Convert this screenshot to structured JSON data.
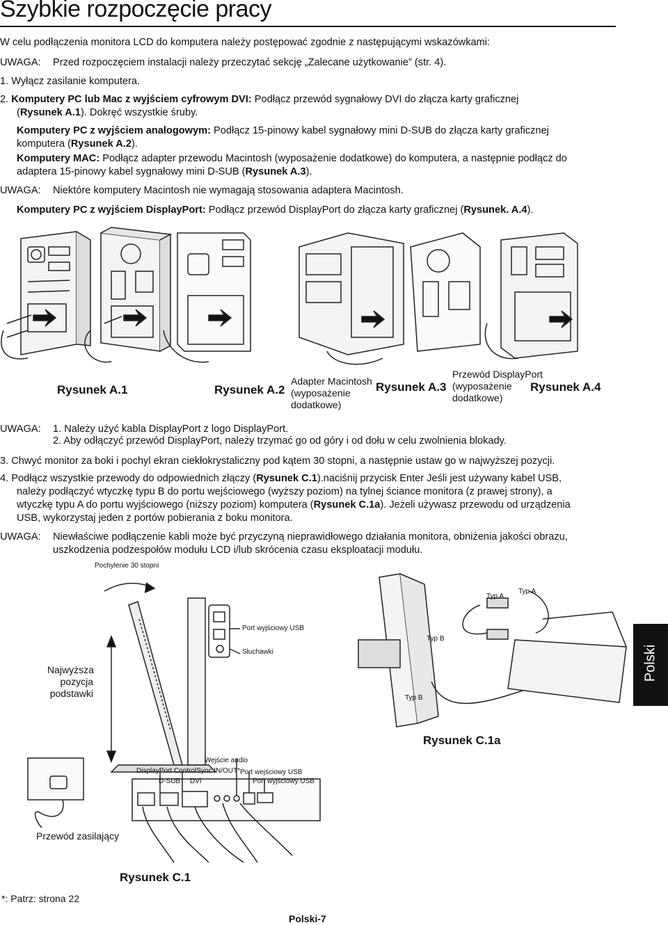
{
  "page": {
    "title": "Szybkie rozpoczęcie pracy",
    "intro": "W celu podłączenia monitora LCD do komputera należy postępować zgodnie z następującymi wskazówkami:",
    "note1_label": "UWAGA:",
    "note1_text": "Przed rozpoczęciem instalacji należy przeczytać sekcję „Zalecane użytkowanie” (str. 4).",
    "step1": "1.  Wyłącz zasilanie komputera.",
    "step2_num": "2.",
    "step2_bold": "Komputery PC lub Mac z wyjściem cyfrowym DVI:",
    "step2_text": " Podłącz przewód sygnałowy DVI do złącza karty graficznej",
    "step2_line2_open": "(",
    "step2_line2_ref": "Rysunek A.1",
    "step2_line2_text": "). Dokręć wszystkie śruby.",
    "analog_bold": "Komputery PC z wyjściem analogowym:",
    "analog_text": " Podłącz 15-pinowy kabel sygnałowy mini D-SUB do złącza karty graficznej",
    "analog_line2_text": "komputera (",
    "analog_line2_ref": "Rysunek A.2",
    "analog_line2_end": ").",
    "mac_bold": "Komputery MAC:",
    "mac_text": " Podłącz adapter przewodu Macintosh (wyposażenie dodatkowe) do komputera, a następnie podłącz do",
    "mac_line2_text": "adaptera 15-pinowy kabel sygnałowy mini D-SUB (",
    "mac_line2_ref": "Rysunek A.3",
    "mac_line2_end": ").",
    "note2_label": "UWAGA:",
    "note2_text": "Niektóre komputery Macintosh nie wymagają stosowania adaptera Macintosh.",
    "dp_bold": "Komputery PC z wyjściem DisplayPort:",
    "dp_text": " Podłącz przewód DisplayPort do złącza karty graficznej (",
    "dp_ref": "Rysunek. A.4",
    "dp_end": ").",
    "fig_a1": "Rysunek A.1",
    "fig_a2": "Rysunek A.2",
    "fig_a3": "Rysunek A.3",
    "fig_a4": "Rysunek A.4",
    "mac_adapter_1": "Adapter Macintosh",
    "mac_adapter_2": "(wyposażenie",
    "mac_adapter_3": "dodatkowe)",
    "dp_cable_1": "Przewód DisplayPort",
    "dp_cable_2": "(wyposażenie",
    "dp_cable_3": "dodatkowe)",
    "note3_label": "UWAGA:",
    "note3_line1": "1. Należy użyć kabla DisplayPort z logo DisplayPort.",
    "note3_line2": "2. Aby odłączyć przewód DisplayPort, należy trzymać go od góry i od dołu w celu zwolnienia blokady.",
    "step3": "3.  Chwyć monitor za boki i pochyl ekran ciekłokrystaliczny pod kątem 30 stopni, a następnie ustaw go w najwyższej pozycji.",
    "step4_a": "4.  Podłącz wszystkie przewody do odpowiednich złączy (",
    "step4_ref1": "Rysunek C.1",
    "step4_b": ").naciśnij przycisk Enter Jeśli jest używany kabel USB,",
    "step4_line2": "należy podłączyć wtyczkę typu B do portu wejściowego (wyższy poziom) na tylnej ściance monitora (z prawej strony), a",
    "step4_line3_a": "wtyczkę typu A do portu wyjściowego (niższy poziom) komputera (",
    "step4_ref2": "Rysunek C.1a",
    "step4_line3_b": "). Jeżeli używasz przewodu od urządzenia",
    "step4_line4": "USB, wykorzystaj jeden z portów pobierania z boku monitora.",
    "note4_label": "UWAGA:",
    "note4_line1": "Niewłaściwe podłączenie kabli może być przyczyną nieprawidłowego działania monitora, obniżenia jakości obrazu,",
    "note4_line2": "uszkodzenia podzespołów modułu LCD i/lub skrócenia czasu eksploatacji modułu.",
    "tilt_label": "Pochylenie 30 stopni",
    "usb_out_label": "Port wyjściowy USB",
    "headphones_label": "Słuchawki",
    "highest_1": "Najwyższa",
    "highest_2": "pozycja",
    "highest_3": "podstawki",
    "type_a_1": "Typ A",
    "type_a_2": "Typ A",
    "type_b_1": "Typ B",
    "type_b_2": "Typ B",
    "fig_c1a": "Rysunek C.1a",
    "audio_in": "Wejście audio",
    "displayport": "DisplayPort",
    "controlsync": "ControlSync IN/OUT*",
    "usb_in_port": "Port wejściowy USB",
    "usb_out_port": "Port wyjściowy USB",
    "dsub": "D-SUB",
    "dvi": "DVI",
    "power_cord": "Przewód zasilający",
    "fig_c1": "Rysunek C.1",
    "footnote": "*: Patrz: strona 22",
    "footer": "Polski-7",
    "side_tab": "Polski"
  }
}
